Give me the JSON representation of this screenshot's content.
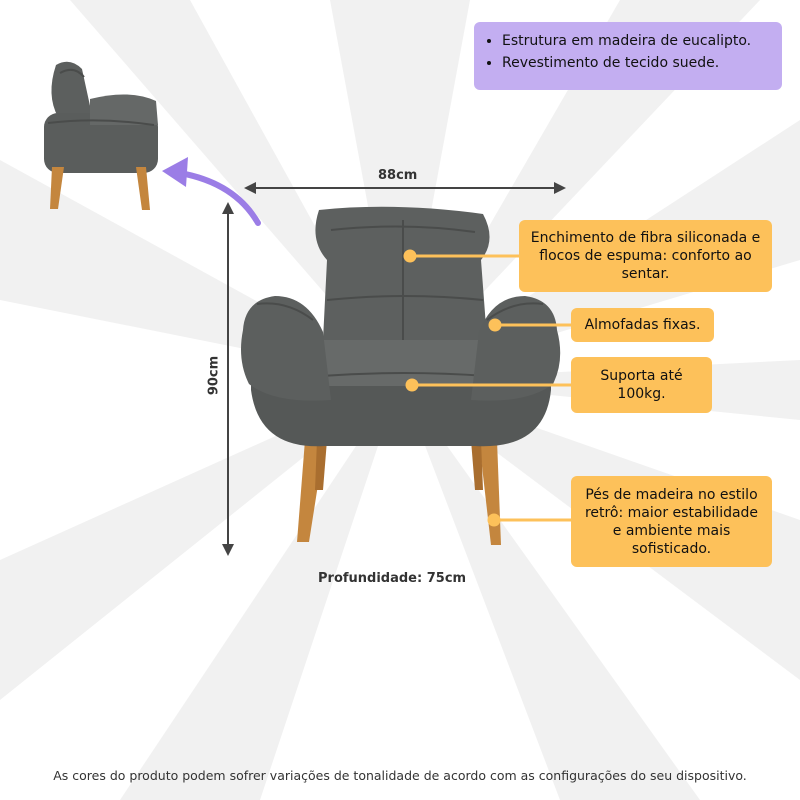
{
  "features": [
    "Estrutura em madeira de eucalipto.",
    "Revestimento de tecido suede."
  ],
  "dimensions": {
    "width": "88cm",
    "height": "90cm",
    "depth": "Profundidade: 75cm"
  },
  "callouts": {
    "filling": "Enchimento de fibra siliconada e flocos de espuma: conforto ao sentar.",
    "cushions": "Almofadas fixas.",
    "support": "Suporta até 100kg.",
    "legs": "Pés de madeira no estilo retrô: maior estabilidade e ambiente mais sofisticado."
  },
  "footnote": "As cores do produto podem sofrer variações de tonalidade de acordo com as configurações do seu dispositivo.",
  "colors": {
    "purple_box": "#c3aef1",
    "callout_box": "#fdc15a",
    "fabric": "#5a5d5c",
    "wood": "#c4863e",
    "arrow": "#9b7de6"
  }
}
